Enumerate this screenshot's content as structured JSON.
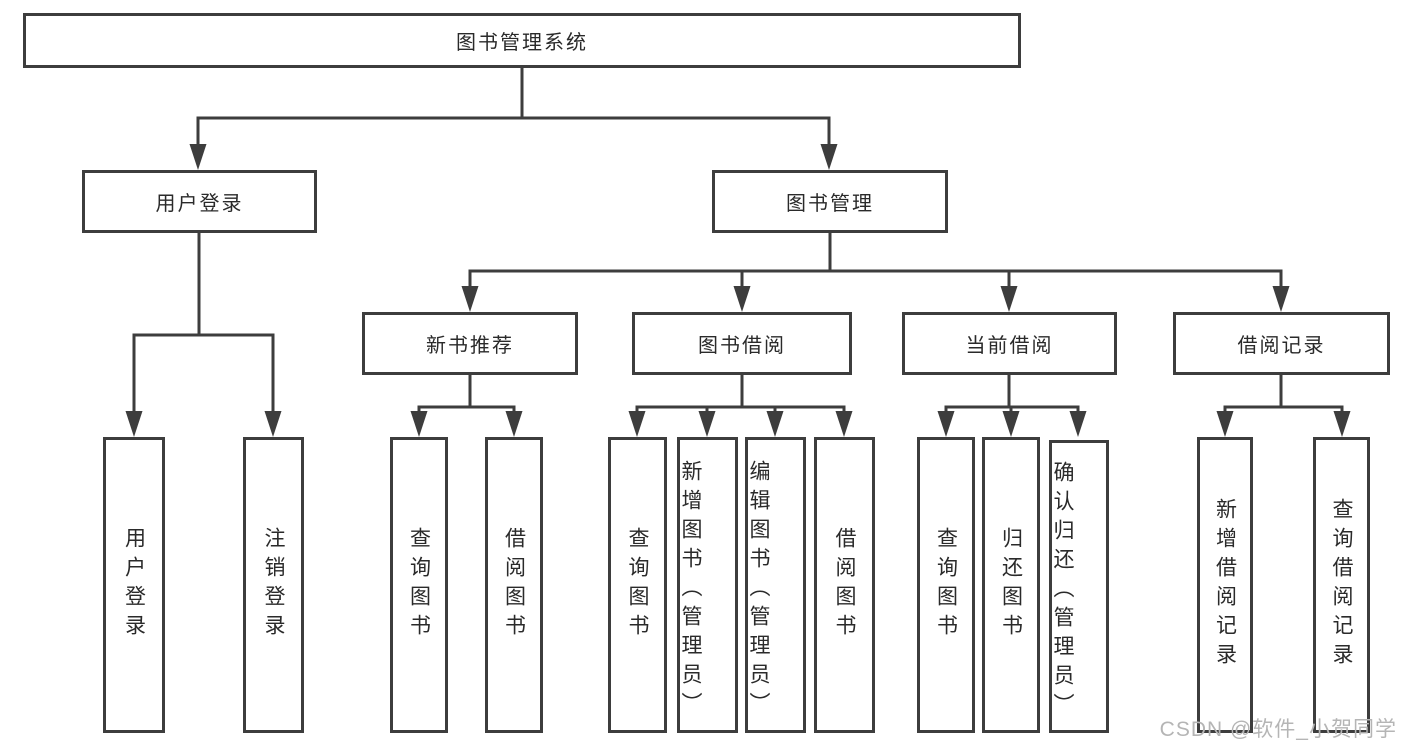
{
  "diagram": {
    "root": {
      "label": "图书管理系统"
    },
    "branches": [
      {
        "label": "用户登录",
        "children": [
          {
            "label": "用户登录"
          },
          {
            "label": "注销登录"
          }
        ]
      },
      {
        "label": "图书管理",
        "children": [
          {
            "label": "新书推荐",
            "children": [
              {
                "label": "查询图书"
              },
              {
                "label": "借阅图书"
              }
            ]
          },
          {
            "label": "图书借阅",
            "children": [
              {
                "label": "查询图书"
              },
              {
                "label": "新增图书（管理员）"
              },
              {
                "label": "编辑图书（管理员）"
              },
              {
                "label": "借阅图书"
              }
            ]
          },
          {
            "label": "当前借阅",
            "children": [
              {
                "label": "查询图书"
              },
              {
                "label": "归还图书"
              },
              {
                "label": "确认归还（管理员）"
              }
            ]
          },
          {
            "label": "借阅记录",
            "children": [
              {
                "label": "新增借阅记录"
              },
              {
                "label": "查询借阅记录"
              }
            ]
          }
        ]
      }
    ]
  },
  "watermark": {
    "text": "CSDN @软件_小贺同学"
  },
  "colors": {
    "line": "#3d3d3d",
    "text": "#2a2a2a",
    "watermark": "#b5b5b5",
    "background": "#ffffff"
  }
}
